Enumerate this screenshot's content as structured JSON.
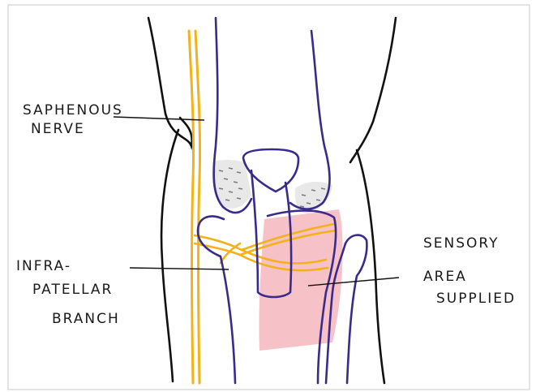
{
  "labels": {
    "saphenous_nerve": [
      "SAPHENOUS",
      "NERVE"
    ],
    "infrapatellar_branch": [
      "INFRA-",
      "PATELLAR",
      "BRANCH"
    ],
    "sensory_area": [
      "SENSORY",
      "AREA",
      "SUPPLIED"
    ]
  },
  "colors": {
    "outline": "#111111",
    "bone": "#3a2a8a",
    "nerve": "#f2b21b",
    "sensory_area": "#f2a0aa",
    "cartilage": "#8a8a8a",
    "frame": "#c9c9c9"
  }
}
